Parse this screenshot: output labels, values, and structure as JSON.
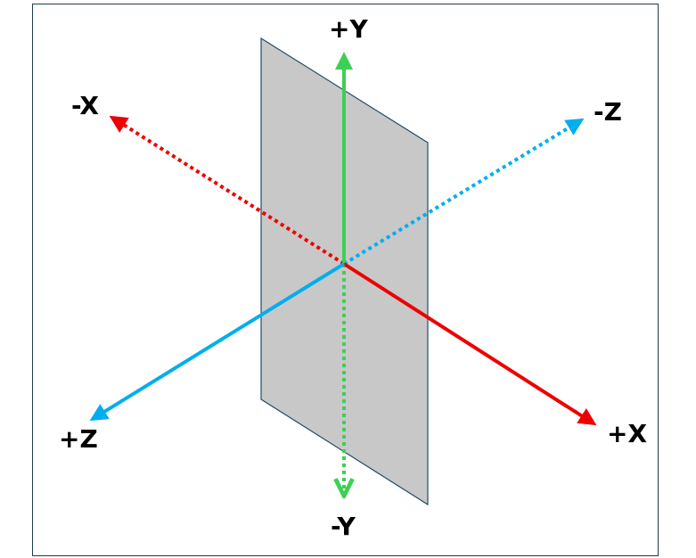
{
  "colors": {
    "x_axis": "#ee0000",
    "y_axis": "#3ecf55",
    "z_axis": "#00aeef",
    "plane_fill": "#c8c8c8",
    "plane_stroke": "#1f4e66",
    "frame": "#1f3b4d"
  },
  "labels": {
    "pos_y": "+Y",
    "neg_y": "-Y",
    "pos_x": "+X",
    "neg_x": "-X",
    "pos_z": "+Z",
    "neg_z": "-Z"
  }
}
